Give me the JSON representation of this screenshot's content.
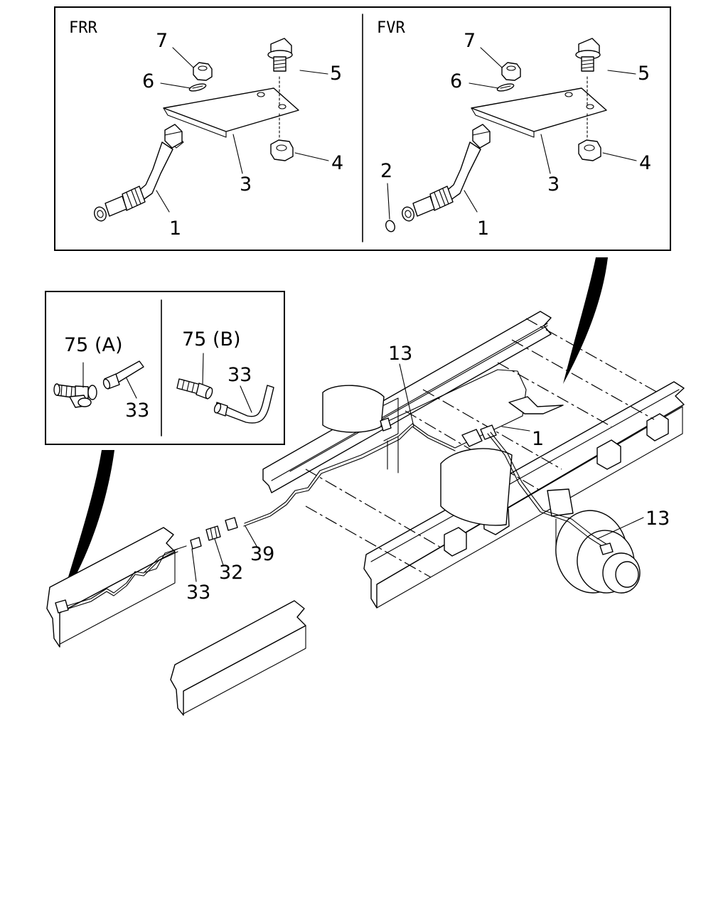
{
  "variants": {
    "frr": "FRR",
    "fvr": "FVR"
  },
  "frr_callouts": {
    "c1": "1",
    "c3": "3",
    "c4": "4",
    "c5": "5",
    "c6": "6",
    "c7": "7"
  },
  "fvr_callouts": {
    "c1": "1",
    "c2": "2",
    "c3": "3",
    "c4": "4",
    "c5": "5",
    "c6": "6",
    "c7": "7"
  },
  "connector_callouts": {
    "a_label": "75 (A)",
    "a_pipe": "33",
    "b_label": "75 (B)",
    "b_pipe": "33"
  },
  "main_callouts": {
    "pipe_left": "13",
    "hose": "1",
    "pipe_right": "13",
    "c33": "33",
    "c32": "32",
    "c39": "39"
  }
}
